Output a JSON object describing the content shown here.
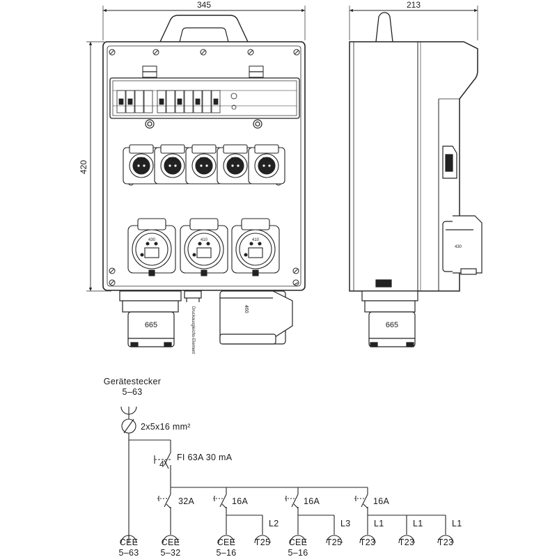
{
  "dimensions": {
    "front_width": "345",
    "side_width": "213",
    "height": "420"
  },
  "front_view": {
    "socket_labels": [
      "T25",
      "T25",
      "T23",
      "T23",
      "T23"
    ],
    "cee_labels": [
      "430",
      "410",
      "410"
    ],
    "inlet_label": "665",
    "side_socket_label": "460",
    "pressure_element_label": "Druckausgleichs-Element"
  },
  "side_view": {
    "inlet_label": "665",
    "socket_label": "430"
  },
  "schematic": {
    "inlet_title": "Gerätestecker",
    "inlet_rating": "5–63",
    "cable": "2x5x16 mm²",
    "rcd_label": "FI 63A 30 mA",
    "rcd_poles": "4",
    "breakers": [
      "32A",
      "16A",
      "16A",
      "16A"
    ],
    "phase_labels": [
      "L2",
      "L3",
      "L1",
      "L1",
      "L1"
    ],
    "outputs": [
      {
        "name": "CEE",
        "rating": "5–63"
      },
      {
        "name": "CEE",
        "rating": "5–32"
      },
      {
        "name": "CEE",
        "rating": "5–16"
      },
      {
        "name": "T25",
        "rating": ""
      },
      {
        "name": "CEE",
        "rating": "5–16"
      },
      {
        "name": "T25",
        "rating": ""
      },
      {
        "name": "T23",
        "rating": ""
      },
      {
        "name": "T23",
        "rating": ""
      },
      {
        "name": "T23",
        "rating": ""
      }
    ]
  }
}
